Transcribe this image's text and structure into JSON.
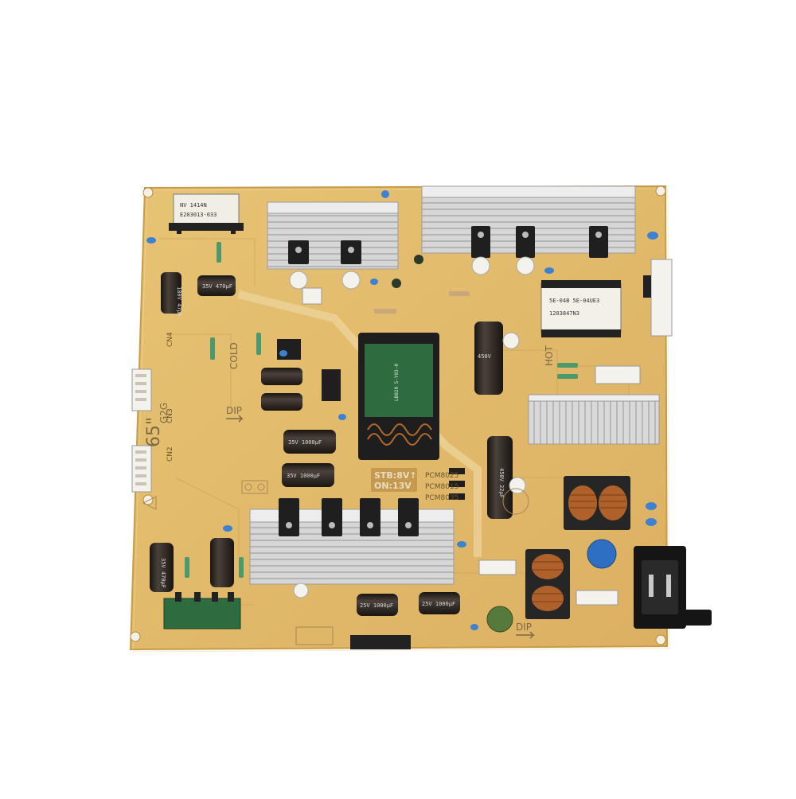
{
  "board": {
    "silkscreen": {
      "size_mark": "65\"",
      "size_code": "G2G",
      "cold": "COLD",
      "hot": "HOT",
      "dip_left": "DIP",
      "dip_right": "DIP",
      "stb_line1": "STB:8V↑",
      "stb_line2": "ON:13V",
      "cn_labels": [
        "CN4",
        "CN3",
        "CN2"
      ],
      "pcm_labels": [
        "PCM8025",
        "PCM8015",
        "PCM8035"
      ]
    },
    "labels": {
      "transformer_top_left_line1": "NV 1414N",
      "transformer_top_left_line2": "E203013-033",
      "transformer_right_line1": "5E-04B 5E-04UE3",
      "transformer_right_line2": "1203847N3",
      "main_transformer": "LB020 S-Y03-0",
      "cap_a": "180V 47μF",
      "cap_b": "35V 470μF",
      "cap_c": "450V",
      "cap_d": "25V 1000μF",
      "cap_e": "25V 1000μF",
      "cap_f": "35V 1000μF",
      "cap_g": "35V 1000μF",
      "cap_h": "450V 22μF",
      "cap_i": "35V 470μF"
    },
    "colors": {
      "pcb": "#e1ba6a",
      "pcb_edge": "#d5a952",
      "heatsink": "#cfcfcf",
      "capacitor": "#2b2420",
      "transformer_green": "#2e6b3f"
    }
  }
}
